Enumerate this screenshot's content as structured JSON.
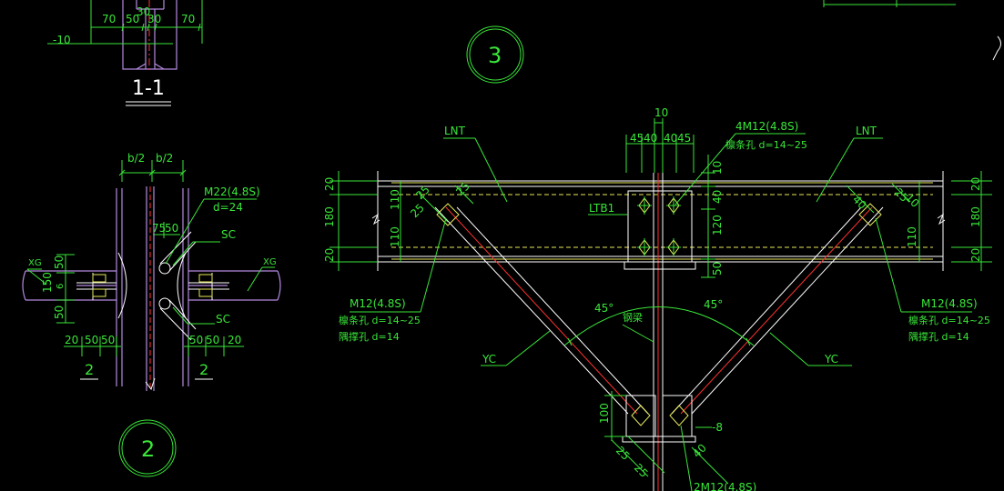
{
  "section_label": "1-1",
  "circle_2_label": "2",
  "circle_3_label": "3",
  "top_dims": {
    "d1": "70",
    "d2": "50",
    "d3": "30",
    "d4": "30",
    "d5": "70",
    "elev": "-10"
  },
  "left_view": {
    "half_b_left": "b/2",
    "half_b_right": "b/2",
    "bolt_spec": "M22(4.8S)",
    "bolt_hole": "d=24",
    "dim_75": "75",
    "dim_50a": "50",
    "sc_top": "SC",
    "sc_bottom": "SC",
    "xg_left": "XG",
    "xg_right": "XG",
    "v_50_top": "50",
    "v_150": "150",
    "v_6": "6",
    "v_50_bot": "50",
    "b_20_l": "20",
    "b_50_l1": "50",
    "b_50_l2": "50",
    "b_50_r1": "50",
    "b_50_r2": "50",
    "b_20_r": "20",
    "sec_2_left": "2",
    "sec_2_right": "2"
  },
  "main_view": {
    "lnt_left": "LNT",
    "lnt_right": "LNT",
    "dim_10": "10",
    "dim_45a": "45",
    "dim_40a": "40",
    "dim_40b": "40",
    "dim_45b": "45",
    "top_bolt_spec": "4M12(4.8S)",
    "top_bolt_hole": "檩条孔 d=14~25",
    "ltb1": "LTB1",
    "v_10": "10",
    "v_40": "40",
    "v_120": "120",
    "v_50": "50",
    "l_20_top": "20",
    "l_180": "180",
    "l_20_bot": "20",
    "l_110a": "110",
    "l_110b": "110",
    "r_20_top": "20",
    "r_180": "180",
    "r_20_bot": "20",
    "r_110": "110",
    "g_25a": "25",
    "g_25b": "25",
    "g_25c": "25",
    "g_40": "40",
    "g_25d": "25",
    "g_10": "10",
    "angle_left": "45°",
    "angle_right": "45°",
    "gangliang": "钢梁",
    "left_bolt_spec": "M12(4.8S)",
    "left_hole1": "檩条孔 d=14~25",
    "left_hole2": "隅撑孔 d=14",
    "right_bolt_spec": "M12(4.8S)",
    "right_hole1": "檩条孔 d=14~25",
    "right_hole2": "隅撑孔 d=14",
    "yc_left": "YC",
    "yc_right": "YC",
    "v_100": "100",
    "minus_8": "-8",
    "b_25a": "25",
    "b_25b": "25",
    "b_40": "40",
    "bottom_bolt": "2M12(4.8S)"
  }
}
